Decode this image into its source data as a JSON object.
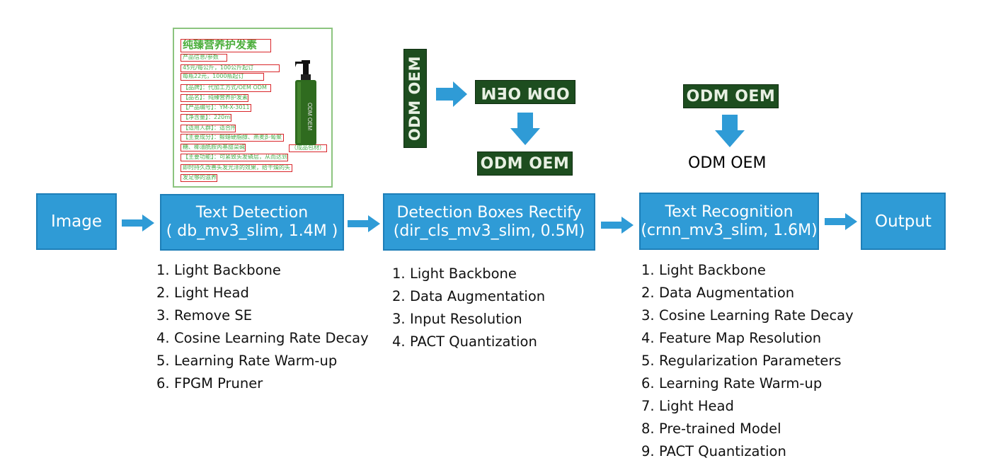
{
  "stages": {
    "image": {
      "label": "Image"
    },
    "detection": {
      "line1": "Text Detection",
      "line2": "( db_mv3_slim, 1.4M )"
    },
    "rectify": {
      "line1": "Detection Boxes Rectify",
      "line2": "(dir_cls_mv3_slim, 0.5M)"
    },
    "recognition": {
      "line1": "Text Recognition",
      "line2": "(crnn_mv3_slim, 1.6M)"
    },
    "output": {
      "label": "Output"
    }
  },
  "detection_steps": [
    {
      "num": "1.",
      "text": "Light Backbone"
    },
    {
      "num": "2.",
      "text": "Light Head"
    },
    {
      "num": "3.",
      "text": "Remove SE"
    },
    {
      "num": "4.",
      "text": "Cosine Learning Rate Decay"
    },
    {
      "num": "5.",
      "text": "Learning Rate Warm-up"
    },
    {
      "num": "6.",
      "text": "FPGM Pruner"
    }
  ],
  "rectify_steps": [
    {
      "num": "1.",
      "text": "Light Backbone"
    },
    {
      "num": "2.",
      "text": "Data Augmentation"
    },
    {
      "num": "3.",
      "text": "Input Resolution"
    },
    {
      "num": "4.",
      "text": "PACT Quantization"
    }
  ],
  "recognition_steps": [
    {
      "num": "1.",
      "text": "Light Backbone"
    },
    {
      "num": "2.",
      "text": "Data Augmentation"
    },
    {
      "num": "3.",
      "text": "Cosine Learning Rate Decay"
    },
    {
      "num": "4.",
      "text": "Feature Map Resolution"
    },
    {
      "num": "5.",
      "text": "Regularization Parameters"
    },
    {
      "num": "6.",
      "text": "Learning Rate Warm-up"
    },
    {
      "num": "7.",
      "text": "Light Head"
    },
    {
      "num": "8.",
      "text": "Pre-trained Model"
    },
    {
      "num": "9.",
      "text": "PACT Quantization"
    }
  ],
  "sample_document": {
    "title": "纯臻营养护发素",
    "lines": [
      "产品信息/参数",
      "45元/每公斤，100公斤起订",
      "每瓶22元，1000瓶起订",
      "【品牌】：代加工方式/OEM ODM",
      "【品名】：纯臻营养护发素",
      "【产品编号】：YM-X-3011",
      "【净含量】：220ml",
      "【适用人群】：适合所有肤质",
      "【主要成分】：鲸蜡硬脂醇、燕麦β-葡聚",
      "糖、椰油酰胺丙基甜菜碱、泛醒",
      "【主要功能】：可紧致头发磷层，从而达到",
      "即时持久改善头发光泽的效果，给干燥的头",
      "发足够的滋养"
    ],
    "tag": "（成品包材）",
    "bottle_label": "ODM OEM"
  },
  "crops": {
    "vertical": "ODM OEM",
    "flipped": "ODM OEM",
    "rectified": "ODM OEM",
    "recognition_input": "ODM OEM"
  },
  "recognition_result": "ODM OEM",
  "colors": {
    "stage_fill": "#2f9bd6",
    "arrow": "#2f9bd6",
    "crop_bg": "#1d4d1f",
    "box_red": "#d9262a"
  }
}
